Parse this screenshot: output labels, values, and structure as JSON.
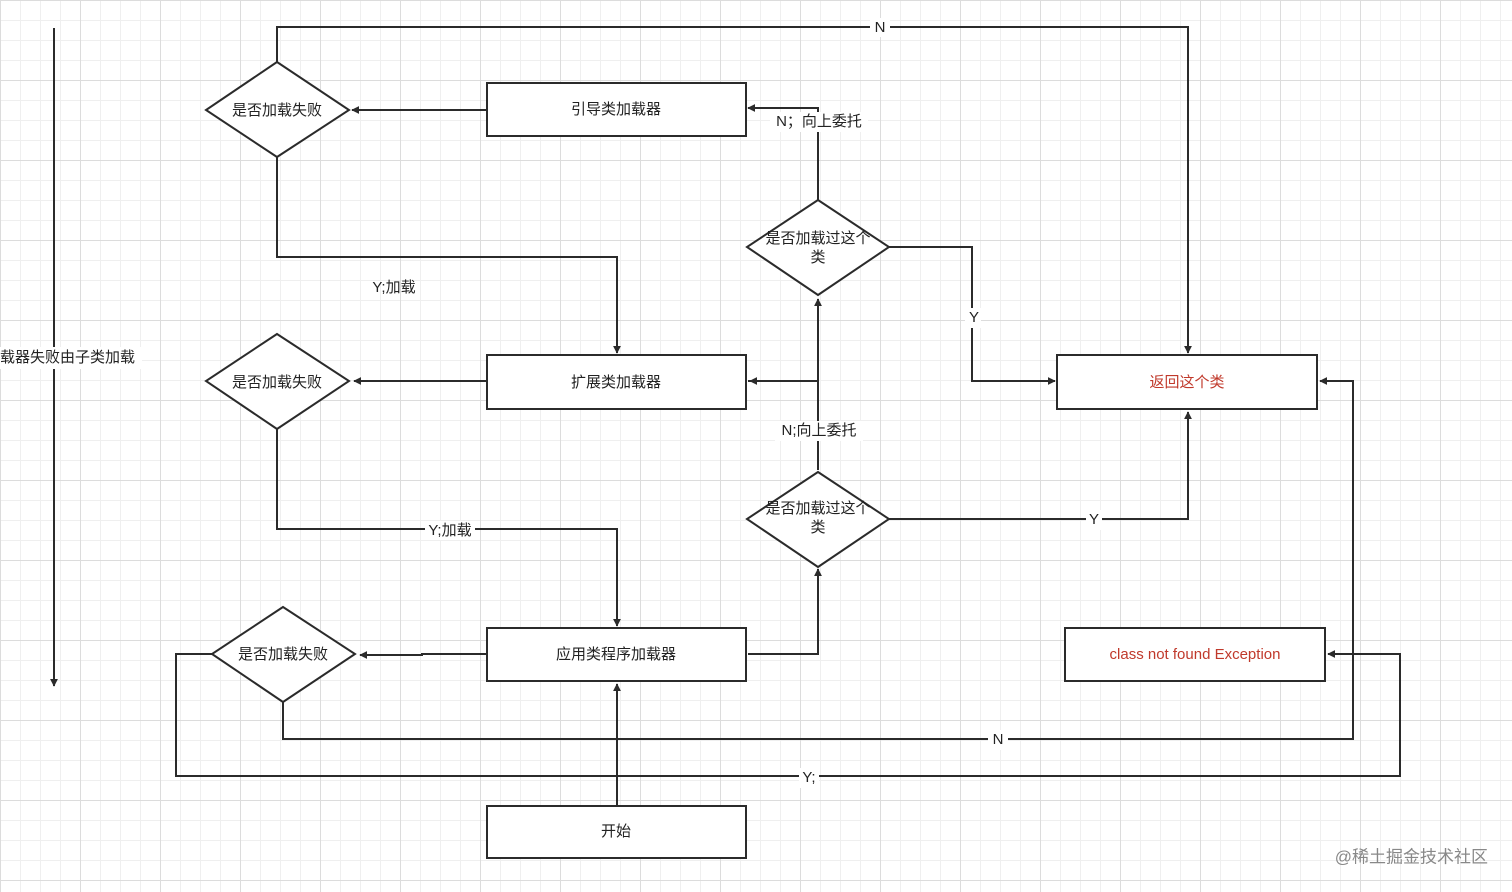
{
  "nodes": {
    "bootstrap_loader": "引导类加载器",
    "extension_loader": "扩展类加载器",
    "app_loader": "应用类程序加载器",
    "start": "开始",
    "return_class": "返回这个类",
    "not_found": "class not found Exception",
    "fail_check_1": "是否加载失败",
    "fail_check_2": "是否加载失败",
    "fail_check_3": "是否加载失败",
    "loaded_check_1": [
      "是否加载过这个",
      "类"
    ],
    "loaded_check_2": [
      "是否加载过这个",
      "类"
    ]
  },
  "edge_labels": {
    "top_n": "N",
    "delegate_up_1": "N；向上委托",
    "delegate_up_2": "N;向上委托",
    "y_load_1": "Y;加载",
    "y_load_2": "Y;加载",
    "y_return_1": "Y",
    "y_return_2": "Y",
    "bottom_n": "N",
    "bottom_y": "Y;"
  },
  "side_note": "载器失败由子类加载",
  "watermark": "@稀土掘金技术社区",
  "colors": {
    "line": "#2b2b2b",
    "highlight_text": "#c0392b"
  }
}
